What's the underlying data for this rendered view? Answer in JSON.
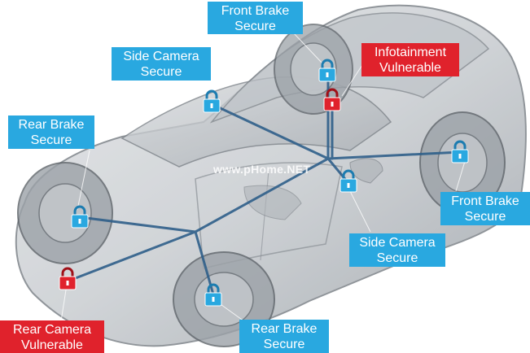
{
  "watermark": "www.pHome.NET",
  "colors": {
    "secure": "#29a8e0",
    "vulnerable": "#e0222c",
    "network_line": "#2f5f8a"
  },
  "labels": {
    "front_brake_top": {
      "line1": "Front Brake",
      "line2": "Secure",
      "status": "secure"
    },
    "side_camera_left": {
      "line1": "Side Camera",
      "line2": "Secure",
      "status": "secure"
    },
    "infotainment": {
      "line1": "Infotainment",
      "line2": "Vulnerable",
      "status": "vulnerable"
    },
    "rear_brake_left": {
      "line1": "Rear Brake",
      "line2": "Secure",
      "status": "secure"
    },
    "front_brake_right": {
      "line1": "Front Brake",
      "line2": "Secure",
      "status": "secure"
    },
    "side_camera_right": {
      "line1": "Side Camera",
      "line2": "Secure",
      "status": "secure"
    },
    "rear_camera": {
      "line1": "Rear Camera",
      "line2": "Vulnerable",
      "status": "vulnerable"
    },
    "rear_brake_bottom": {
      "line1": "Rear Brake",
      "line2": "Secure",
      "status": "secure"
    }
  },
  "icons": {
    "secure_lock": "lock-closed-icon",
    "vulnerable_lock": "lock-open-icon"
  }
}
